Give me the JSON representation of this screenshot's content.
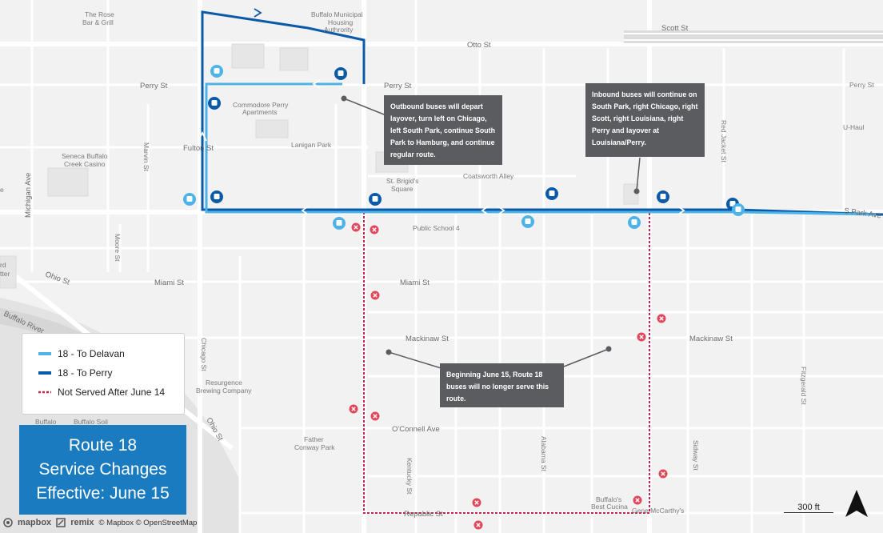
{
  "streets": {
    "perry_w": "Perry St",
    "perry_c": "Perry St",
    "perry_e": "Perry St",
    "otto": "Otto St",
    "scott": "Scott St",
    "fulton": "Fulton St",
    "lanigan": "Lanigan Park",
    "coatsworth": "Coatsworth Alley",
    "south_park": "S Park Ave",
    "miami_w": "Miami St",
    "miami_c": "Miami St",
    "mackinaw_c": "Mackinaw St",
    "mackinaw_e": "Mackinaw St",
    "oconnell": "O'Connell Ave",
    "republic": "Republic St",
    "gene": "Gene McCarthy's",
    "michigan": "Michigan Ave",
    "marvin": "Marvin St",
    "moore": "Moore St",
    "chicago": "Chicago St",
    "ohio_w": "Ohio St",
    "ohio_s": "Ohio St",
    "buffalo_river": "Buffalo River",
    "red_jacket": "Red Jacket St",
    "fitzgerald": "Fitzgerald St",
    "kentucky": "Kentucky St",
    "alabama": "Alabama St",
    "sidway": "Sidway St"
  },
  "pois": {
    "rose_bar_1": "The Rose",
    "rose_bar_2": "Bar & Grill",
    "bma_1": "Buffalo Municipal",
    "bma_2": "Housing",
    "bma_3": "Authrority",
    "commodore_1": "Commodore Perry",
    "commodore_2": "Apartments",
    "seneca_1": "Seneca Buffalo",
    "seneca_2": "Creek Casino",
    "st_brigid_1": "St. Brigid's",
    "st_brigid_2": "Square",
    "school": "Public School 4",
    "uhaul": "U-Haul",
    "resurgence_1": "Resurgence",
    "resurgence_2": "Brewing Company",
    "father_1": "Father",
    "father_2": "Conway Park",
    "cucina_1": "Buffalo's",
    "cucina_2": "Best Cucina",
    "buffalo_soil": "Buffalo Soil",
    "buffalo_left": "Buffalo",
    "edge_a": "e",
    "edge_b": "rd",
    "edge_c": "tter"
  },
  "callouts": {
    "outbound": "Outbound buses will depart layover, turn left on Chicago, left South Park, continue South Park to Hamburg, and continue regular route.",
    "inbound": "Inbound buses will continue on South Park, right Chicago, right Scott, right Louisiana, right Perry and layover at Louisiana/Perry.",
    "beginning": "Beginning June 15, Route 18 buses will no longer serve this route."
  },
  "legend": {
    "delavan": "18 - To Delavan",
    "perry": "18 - To Perry",
    "not_served": "Not Served After June 14"
  },
  "title": {
    "line1": "Route 18",
    "line2": "Service Changes",
    "line3": "Effective: June 15"
  },
  "attribution": {
    "mapbox": "mapbox",
    "remix": "remix",
    "copyright": "© Mapbox © OpenStreetMap"
  },
  "scale": "300 ft",
  "colors": {
    "delavan": "#4eb3e8",
    "perry": "#0b5aa8",
    "not_served": "#c8254d",
    "stop_removed": "#e0475a",
    "callout_bg": "#5a5c5f",
    "title_bg": "#1a7bc1"
  },
  "icons": {
    "bus_stop": "bus-icon",
    "removed_stop": "x-circle-icon",
    "north": "north-arrow-icon"
  }
}
